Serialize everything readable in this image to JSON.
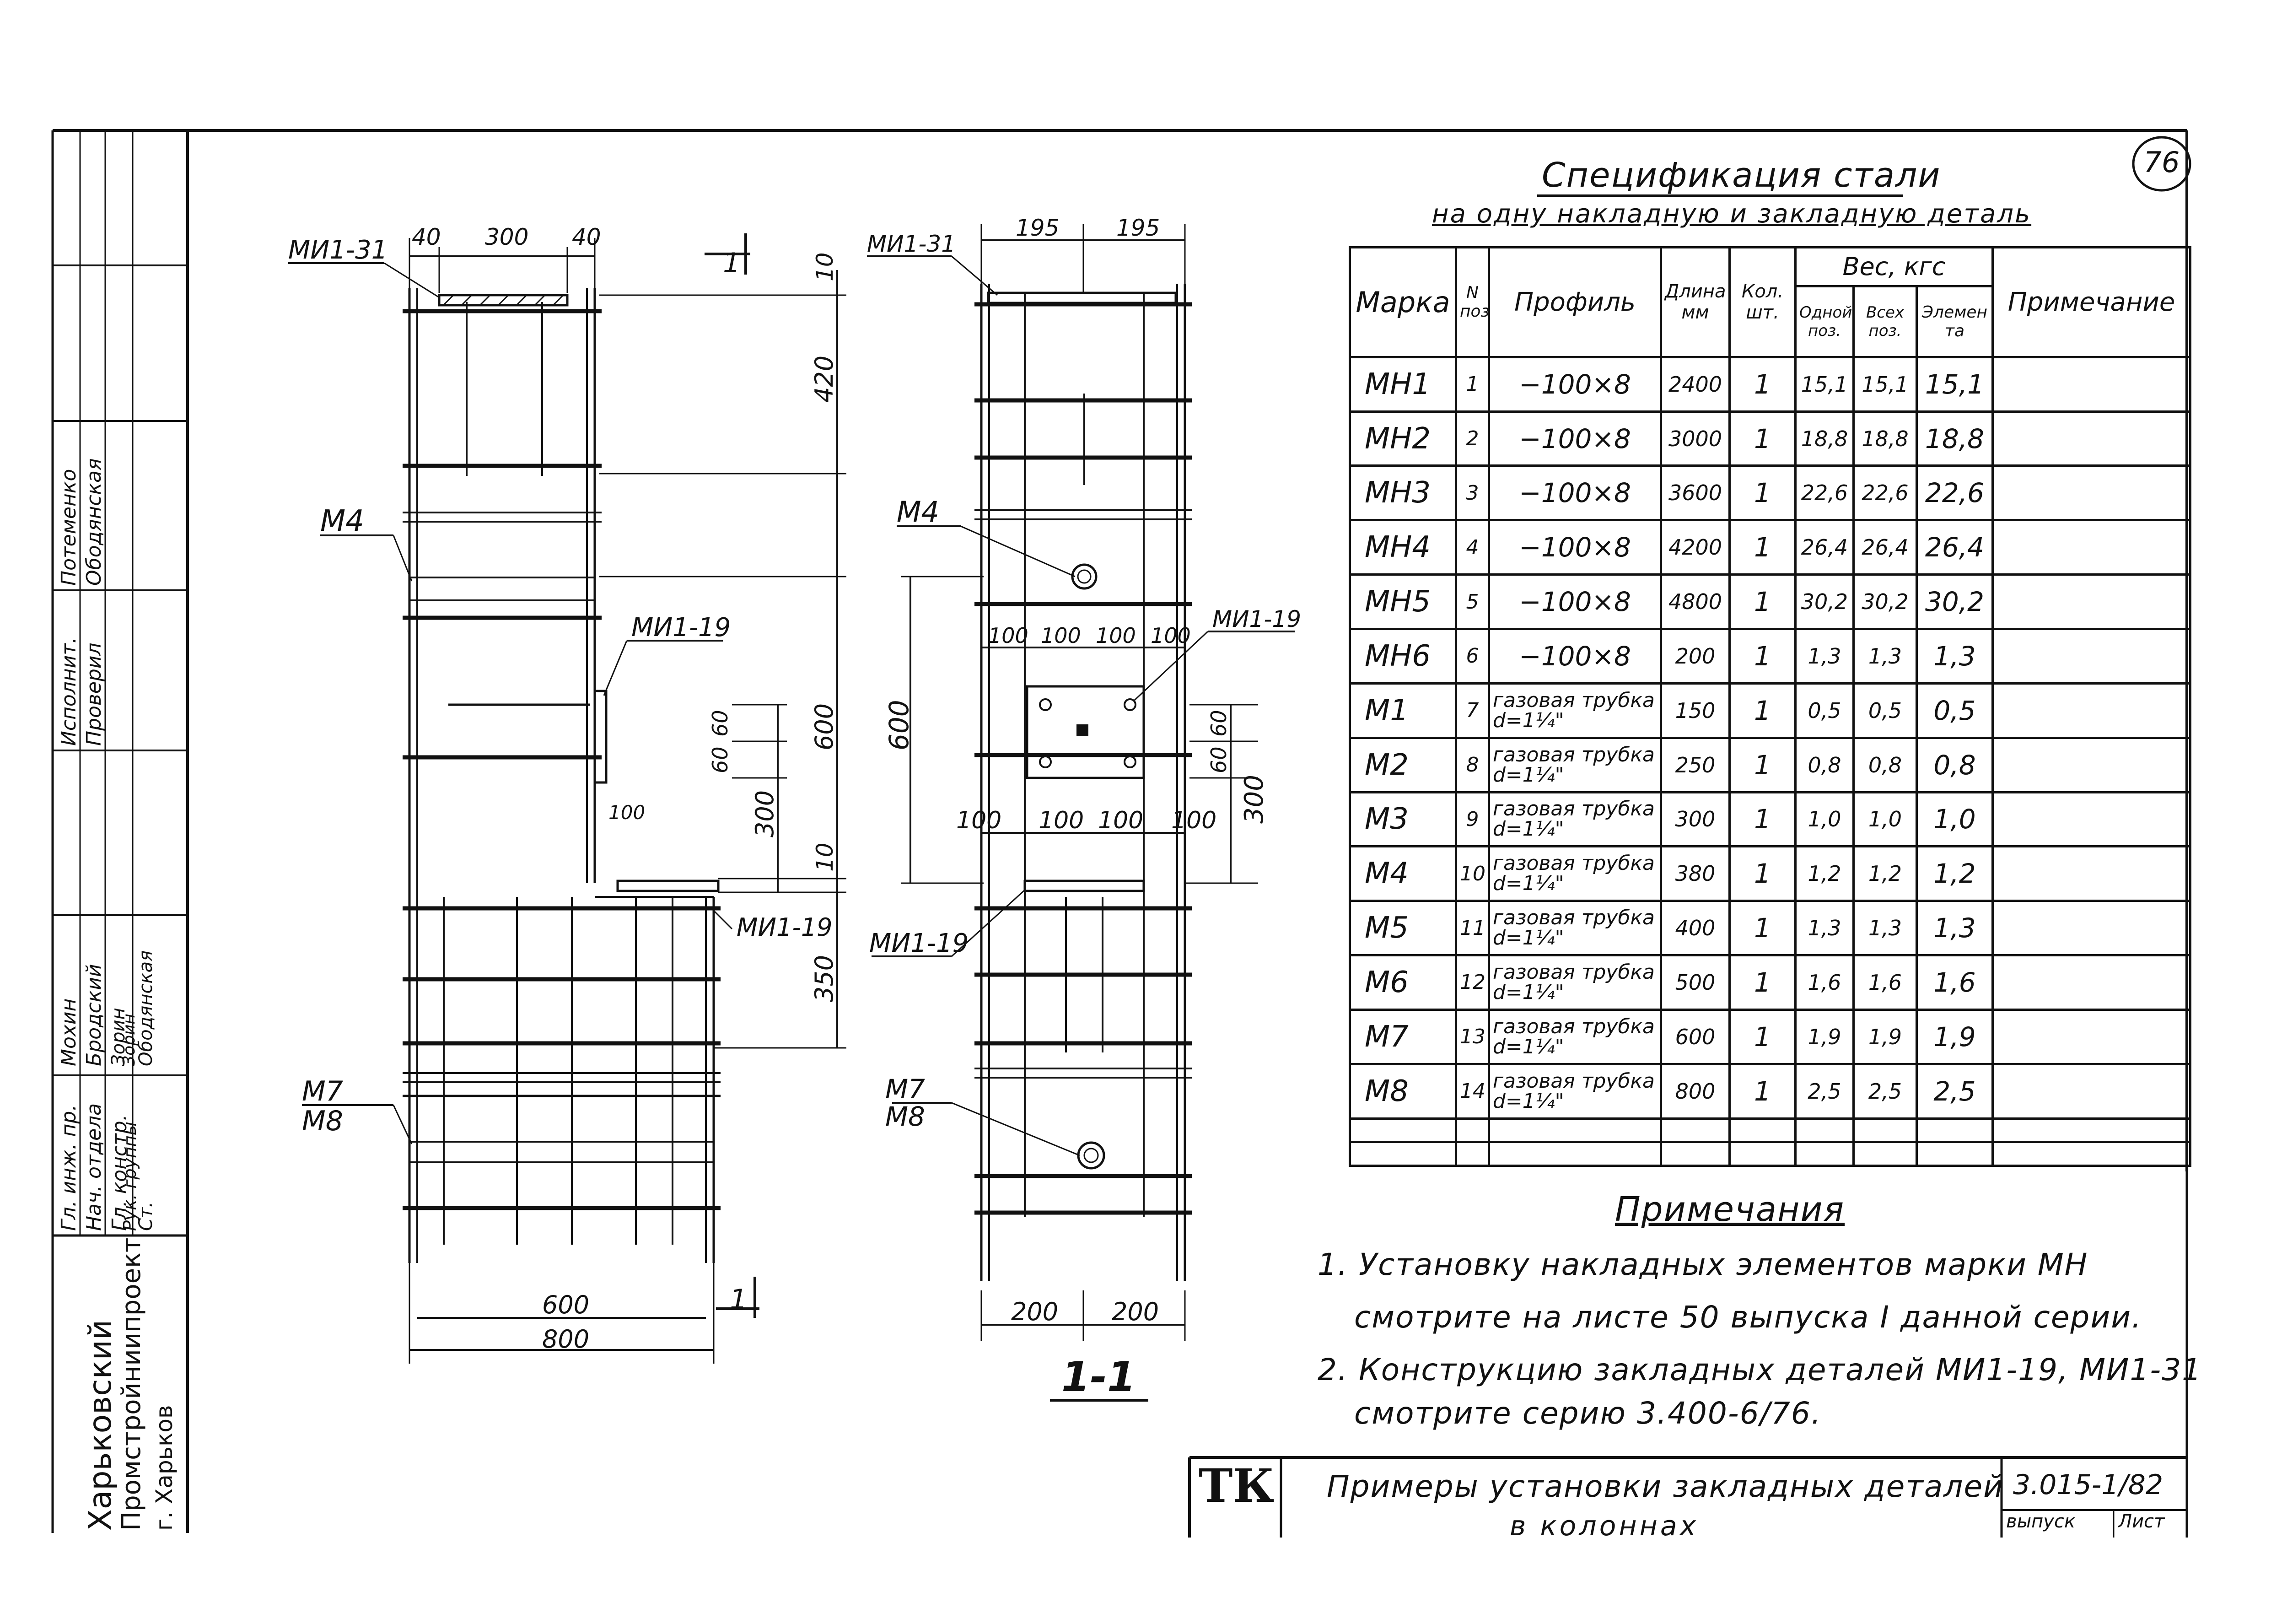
{
  "sheet_number": "76",
  "spec": {
    "title": "Спецификация стали",
    "subtitle": "на одну накладную и закладную деталь",
    "headers": {
      "mark": "Марка",
      "pos": "N поз",
      "profile": "Профиль",
      "length": "Длина мм",
      "qty": "Кол. шт.",
      "weight": "Вес, кгс",
      "w_one": "Одной поз.",
      "w_all": "Всех поз.",
      "w_elem": "Элемен та",
      "note": "Примечание"
    },
    "rows": [
      {
        "mark": "МН1",
        "pos": "1",
        "profile": "−100×8",
        "length": "2400",
        "qty": "1",
        "w_one": "15,1",
        "w_all": "15,1",
        "w_elem": "15,1"
      },
      {
        "mark": "МН2",
        "pos": "2",
        "profile": "−100×8",
        "length": "3000",
        "qty": "1",
        "w_one": "18,8",
        "w_all": "18,8",
        "w_elem": "18,8"
      },
      {
        "mark": "МН3",
        "pos": "3",
        "profile": "−100×8",
        "length": "3600",
        "qty": "1",
        "w_one": "22,6",
        "w_all": "22,6",
        "w_elem": "22,6"
      },
      {
        "mark": "МН4",
        "pos": "4",
        "profile": "−100×8",
        "length": "4200",
        "qty": "1",
        "w_one": "26,4",
        "w_all": "26,4",
        "w_elem": "26,4"
      },
      {
        "mark": "МН5",
        "pos": "5",
        "profile": "−100×8",
        "length": "4800",
        "qty": "1",
        "w_one": "30,2",
        "w_all": "30,2",
        "w_elem": "30,2"
      },
      {
        "mark": "МН6",
        "pos": "6",
        "profile": "−100×8",
        "length": "200",
        "qty": "1",
        "w_one": "1,3",
        "w_all": "1,3",
        "w_elem": "1,3"
      },
      {
        "mark": "М1",
        "pos": "7",
        "profile": "газовая трубка d=1¼\"",
        "length": "150",
        "qty": "1",
        "w_one": "0,5",
        "w_all": "0,5",
        "w_elem": "0,5"
      },
      {
        "mark": "М2",
        "pos": "8",
        "profile": "газовая трубка d=1¼\"",
        "length": "250",
        "qty": "1",
        "w_one": "0,8",
        "w_all": "0,8",
        "w_elem": "0,8"
      },
      {
        "mark": "М3",
        "pos": "9",
        "profile": "газовая трубка d=1¼\"",
        "length": "300",
        "qty": "1",
        "w_one": "1,0",
        "w_all": "1,0",
        "w_elem": "1,0"
      },
      {
        "mark": "М4",
        "pos": "10",
        "profile": "газовая трубка d=1¼\"",
        "length": "380",
        "qty": "1",
        "w_one": "1,2",
        "w_all": "1,2",
        "w_elem": "1,2"
      },
      {
        "mark": "М5",
        "pos": "11",
        "profile": "газовая трубка d=1¼\"",
        "length": "400",
        "qty": "1",
        "w_one": "1,3",
        "w_all": "1,3",
        "w_elem": "1,3"
      },
      {
        "mark": "М6",
        "pos": "12",
        "profile": "газовая трубка d=1¼\"",
        "length": "500",
        "qty": "1",
        "w_one": "1,6",
        "w_all": "1,6",
        "w_elem": "1,6"
      },
      {
        "mark": "М7",
        "pos": "13",
        "profile": "газовая трубка d=1¼\"",
        "length": "600",
        "qty": "1",
        "w_one": "1,9",
        "w_all": "1,9",
        "w_elem": "1,9"
      },
      {
        "mark": "М8",
        "pos": "14",
        "profile": "газовая трубка d=1¼\"",
        "length": "800",
        "qty": "1",
        "w_one": "2,5",
        "w_all": "2,5",
        "w_elem": "2,5"
      }
    ]
  },
  "notes": {
    "title": "Примечания",
    "items": [
      "1. Установку накладных элементов марки МН",
      "смотрите на листе 50 выпуска I данной серии.",
      "2. Конструкцию закладных деталей МИ1-19, МИ1-31",
      "смотрите серию 3.400-6/76."
    ]
  },
  "drawing1": {
    "labels": {
      "top_plate": "МИ1-31",
      "m4": "М4",
      "mid_plate": "МИ1-19",
      "low_plate": "МИ1-19",
      "m7": "М7",
      "m8": "М8",
      "section_mark": "1"
    },
    "dims": {
      "top_40a": "40",
      "top_300": "300",
      "top_40b": "40",
      "v_10a": "10",
      "v_420": "420",
      "v_600": "600",
      "v_300": "300",
      "v_10b": "10",
      "v_350": "350",
      "v_60a": "60",
      "v_60b": "60",
      "inner_100": "100",
      "bottom_600": "600",
      "bottom_800": "800"
    }
  },
  "drawing2": {
    "labels": {
      "top_plate": "МИ1-31",
      "m4": "М4",
      "mid_plate": "МИ1-19",
      "low_plate": "МИ1-19",
      "m7": "М7",
      "m8": "М8",
      "section_title": "1-1"
    },
    "dims": {
      "top_195a": "195",
      "top_195b": "195",
      "row1": [
        "100",
        "100",
        "100",
        "100"
      ],
      "row2": [
        "100",
        "100",
        "100",
        "100"
      ],
      "v_600": "600",
      "v_60a": "60",
      "v_60b": "60",
      "v_300": "300",
      "bottom_200a": "200",
      "bottom_200b": "200"
    }
  },
  "side_stamp": {
    "roles": [
      "Гл. инж. пр.",
      "Нач. отдела",
      "Гл. констр.",
      "Рук. группы",
      "Ст."
    ],
    "names": [
      "Мохин",
      "Бродский",
      "Зорин",
      "Зорин",
      "Ободянская"
    ],
    "roles2": [
      "Исполнит.",
      "Проверил"
    ],
    "names2": [
      "Потеменко",
      "Ободянская"
    ],
    "org": [
      "Харьковский",
      "Промстройниипроект",
      "г. Харьков"
    ]
  },
  "title_block": {
    "logo": "ТК",
    "title_line1": "Примеры установки закладных деталей",
    "title_line2": "в колоннах",
    "code": "3.015-1/82",
    "vypusk": "выпуск",
    "list": "Лист"
  }
}
